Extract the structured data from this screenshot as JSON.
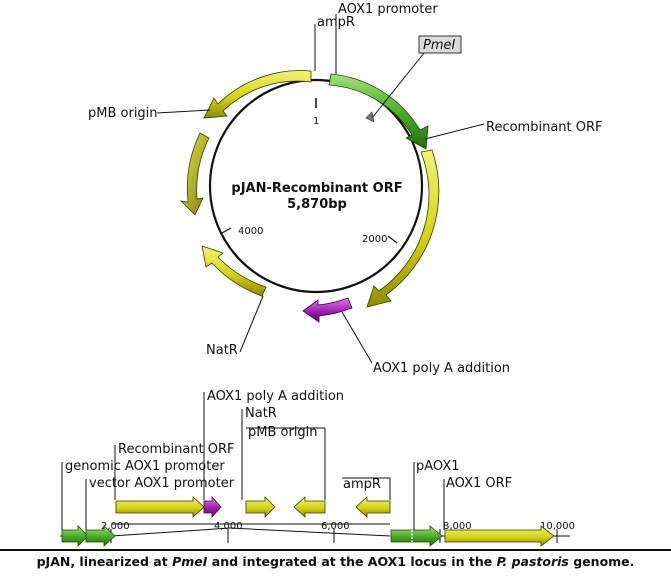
{
  "plasmid": {
    "name": "pJAN-Recombinant ORF",
    "size": "5,870bp",
    "ticks": [
      "1",
      "2000",
      "4000"
    ],
    "features": {
      "ampR": "ampR",
      "aox1_promoter": "AOX1 promoter",
      "pmei": "PmeI",
      "recombinant_orf": "Recombinant ORF",
      "aox1_polya": "AOX1 poly A addition",
      "natr": "NatR",
      "pmb_origin": "pMB origin"
    }
  },
  "linear": {
    "labels": {
      "aox1_polya": "AOX1 poly A addition",
      "natr": "NatR",
      "pmb_origin": "pMB origin",
      "recombinant_orf": "Recombinant ORF",
      "genomic_aox1_promoter": "genomic AOX1 promoter",
      "vector_aox1_promoter": "vector AOX1 promoter",
      "ampr": "ampR",
      "paox1": "pAOX1",
      "aox1_orf": "AOX1 ORF"
    },
    "ticks": [
      "2,000",
      "4,000",
      "6,000",
      "8,000",
      "10,000"
    ]
  },
  "caption": {
    "part1": "pJAN, linearized at ",
    "part2": "PmeI",
    "part3": " and integrated at the AOX1 locus in the ",
    "part4": "P. pastoris",
    "part5": " genome."
  },
  "colors": {
    "yellow": "#d8d820",
    "green": "#4caf2a",
    "magenta": "#a020b0",
    "olive": "#8a8a10"
  }
}
